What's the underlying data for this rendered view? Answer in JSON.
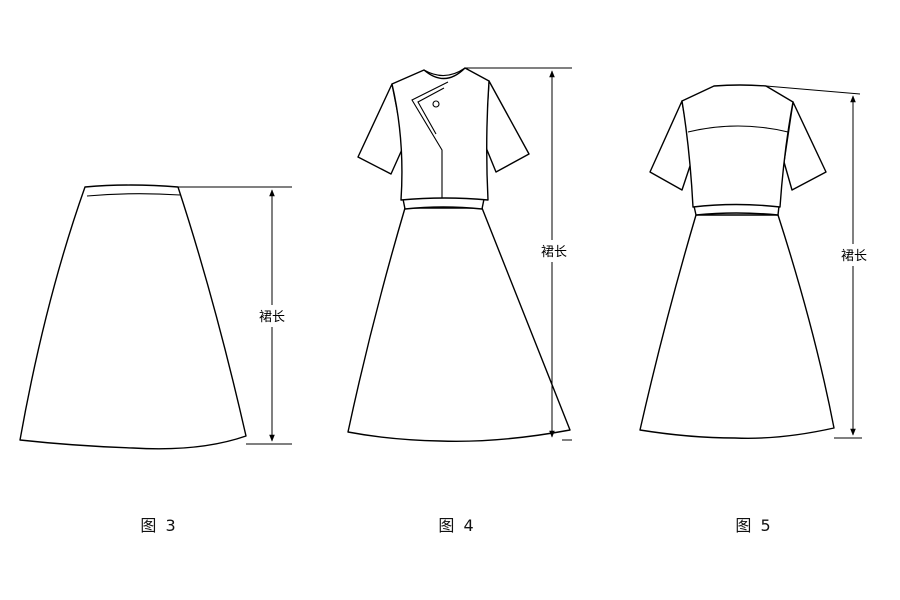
{
  "figures": [
    {
      "id": "fig3",
      "caption": "图 3",
      "dimension_label": "裙长"
    },
    {
      "id": "fig4",
      "caption": "图 4",
      "dimension_label": "裙长"
    },
    {
      "id": "fig5",
      "caption": "图 5",
      "dimension_label": "裙长"
    }
  ]
}
